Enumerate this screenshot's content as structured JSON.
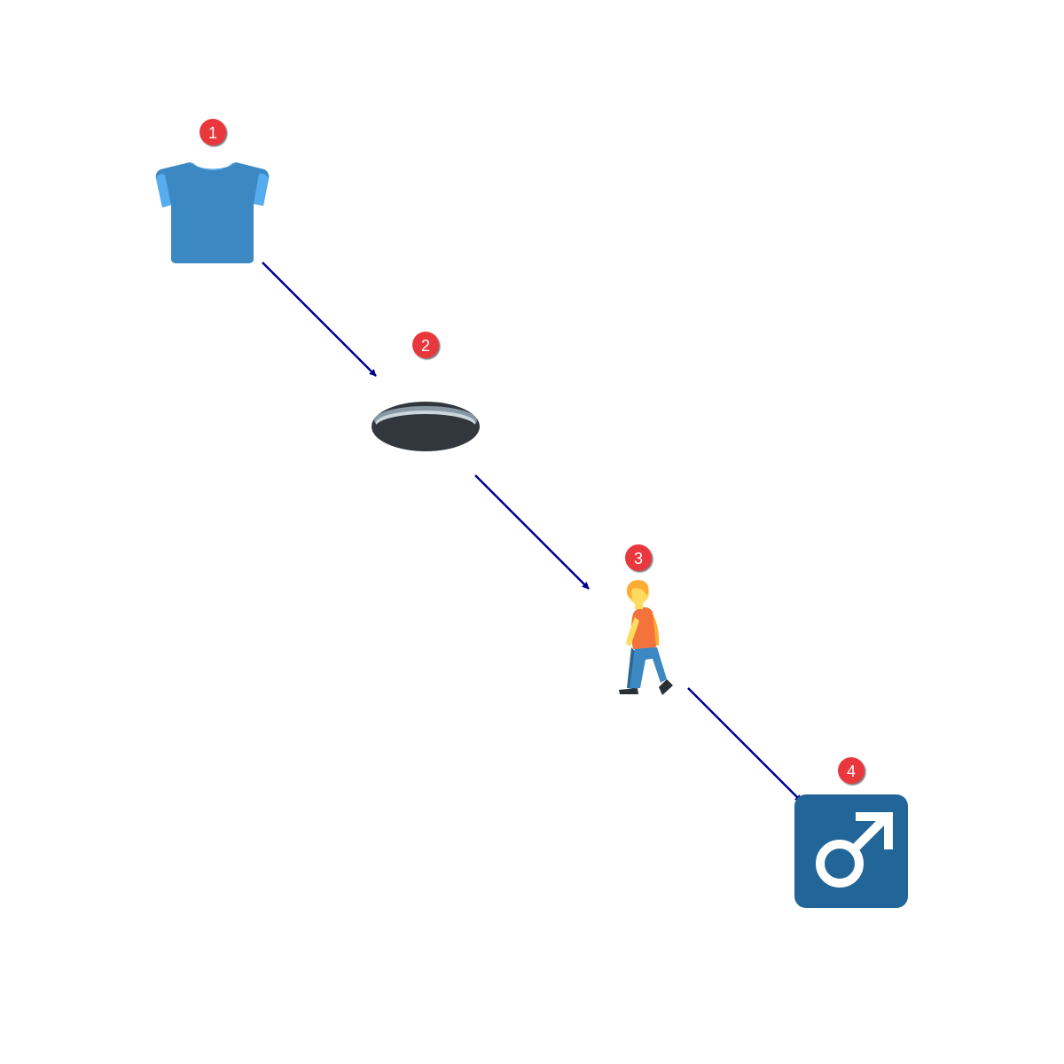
{
  "steps": [
    {
      "number": "1",
      "icon": "t-shirt-icon"
    },
    {
      "number": "2",
      "icon": "hole-icon"
    },
    {
      "number": "3",
      "icon": "person-walking-icon"
    },
    {
      "number": "4",
      "icon": "male-sign-icon"
    }
  ],
  "colors": {
    "arrow": "#00008B",
    "badge": "#E8383D",
    "badge_text": "#FFFFFF",
    "shirt": "#3B88C3",
    "shirt_trim": "#55ACEE",
    "hole_rim": "#8899A6",
    "hole_inner": "#31373D",
    "male_tile": "#226699",
    "male_symbol": "#FFFFFF"
  }
}
